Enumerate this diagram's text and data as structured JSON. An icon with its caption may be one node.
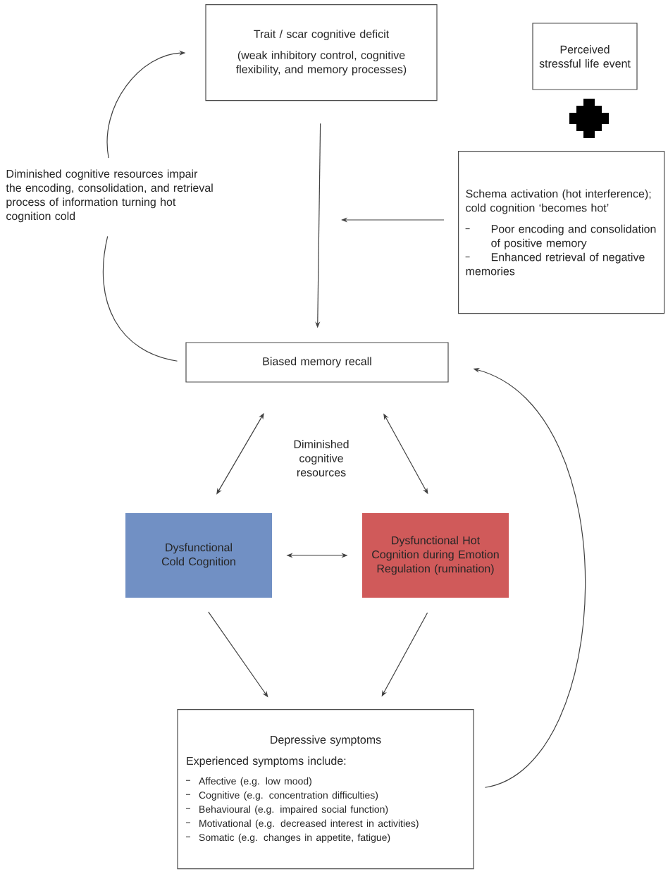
{
  "diagram": {
    "nodes": [
      {
        "text": [
          "Trait / scar cognitive deficit",
          "(weak inhibitory control, cognitive flexibility, and memory processes)"
        ]
      },
      {
        "text": [
          "Perceived stressful life event"
        ]
      },
      {
        "text": [
          "Schema activation (hot interference); cold cognition ‘becomes hot’",
          "Poor encoding and consolidation of positive memory",
          "Enhanced retrieval of negative memories"
        ]
      },
      {
        "text": [
          "Diminished cognitive resources impair the encoding, consolidation, and retrieval process of information turning hot cognition cold"
        ]
      },
      {
        "text": [
          "Biased memory recall"
        ]
      },
      {
        "text": [
          "Dysfunctional Cold Cognition"
        ]
      },
      {
        "text": [
          "Dysfunctional Hot Cognition during Emotion Regulation (rumination)"
        ]
      },
      {
        "text": [
          "Depressive symptoms",
          "Experienced symptoms include:",
          "Affective (e.g. low mood)",
          "Cognitive (e.g. concentration difficulties)",
          "Behavioural (e.g. impaired social function)",
          "Motivational (e.g. decreased interest in activities)",
          "Somatic (e.g. changes in appetite, fatigue)"
        ]
      }
    ],
    "edges": [
      {
        "from": 0,
        "to": 4,
        "arrow": "to"
      },
      {
        "from": 2,
        "to": null,
        "arrow": "to"
      },
      {
        "from": 4,
        "to": 3,
        "arrow": "none"
      },
      {
        "from": 3,
        "to": 0,
        "arrow": "to"
      },
      {
        "from": 4,
        "to": 5,
        "arrow": "both"
      },
      {
        "from": 4,
        "to": 6,
        "arrow": "both"
      },
      {
        "from": 5,
        "to": 6,
        "arrow": "both"
      },
      {
        "from": 5,
        "to": 7,
        "arrow": "to"
      },
      {
        "from": 6,
        "to": 7,
        "arrow": "to"
      },
      {
        "from": 7,
        "to": 4,
        "arrow": "to"
      }
    ],
    "labels": [
      "Diminished cognitive resources"
    ]
  }
}
